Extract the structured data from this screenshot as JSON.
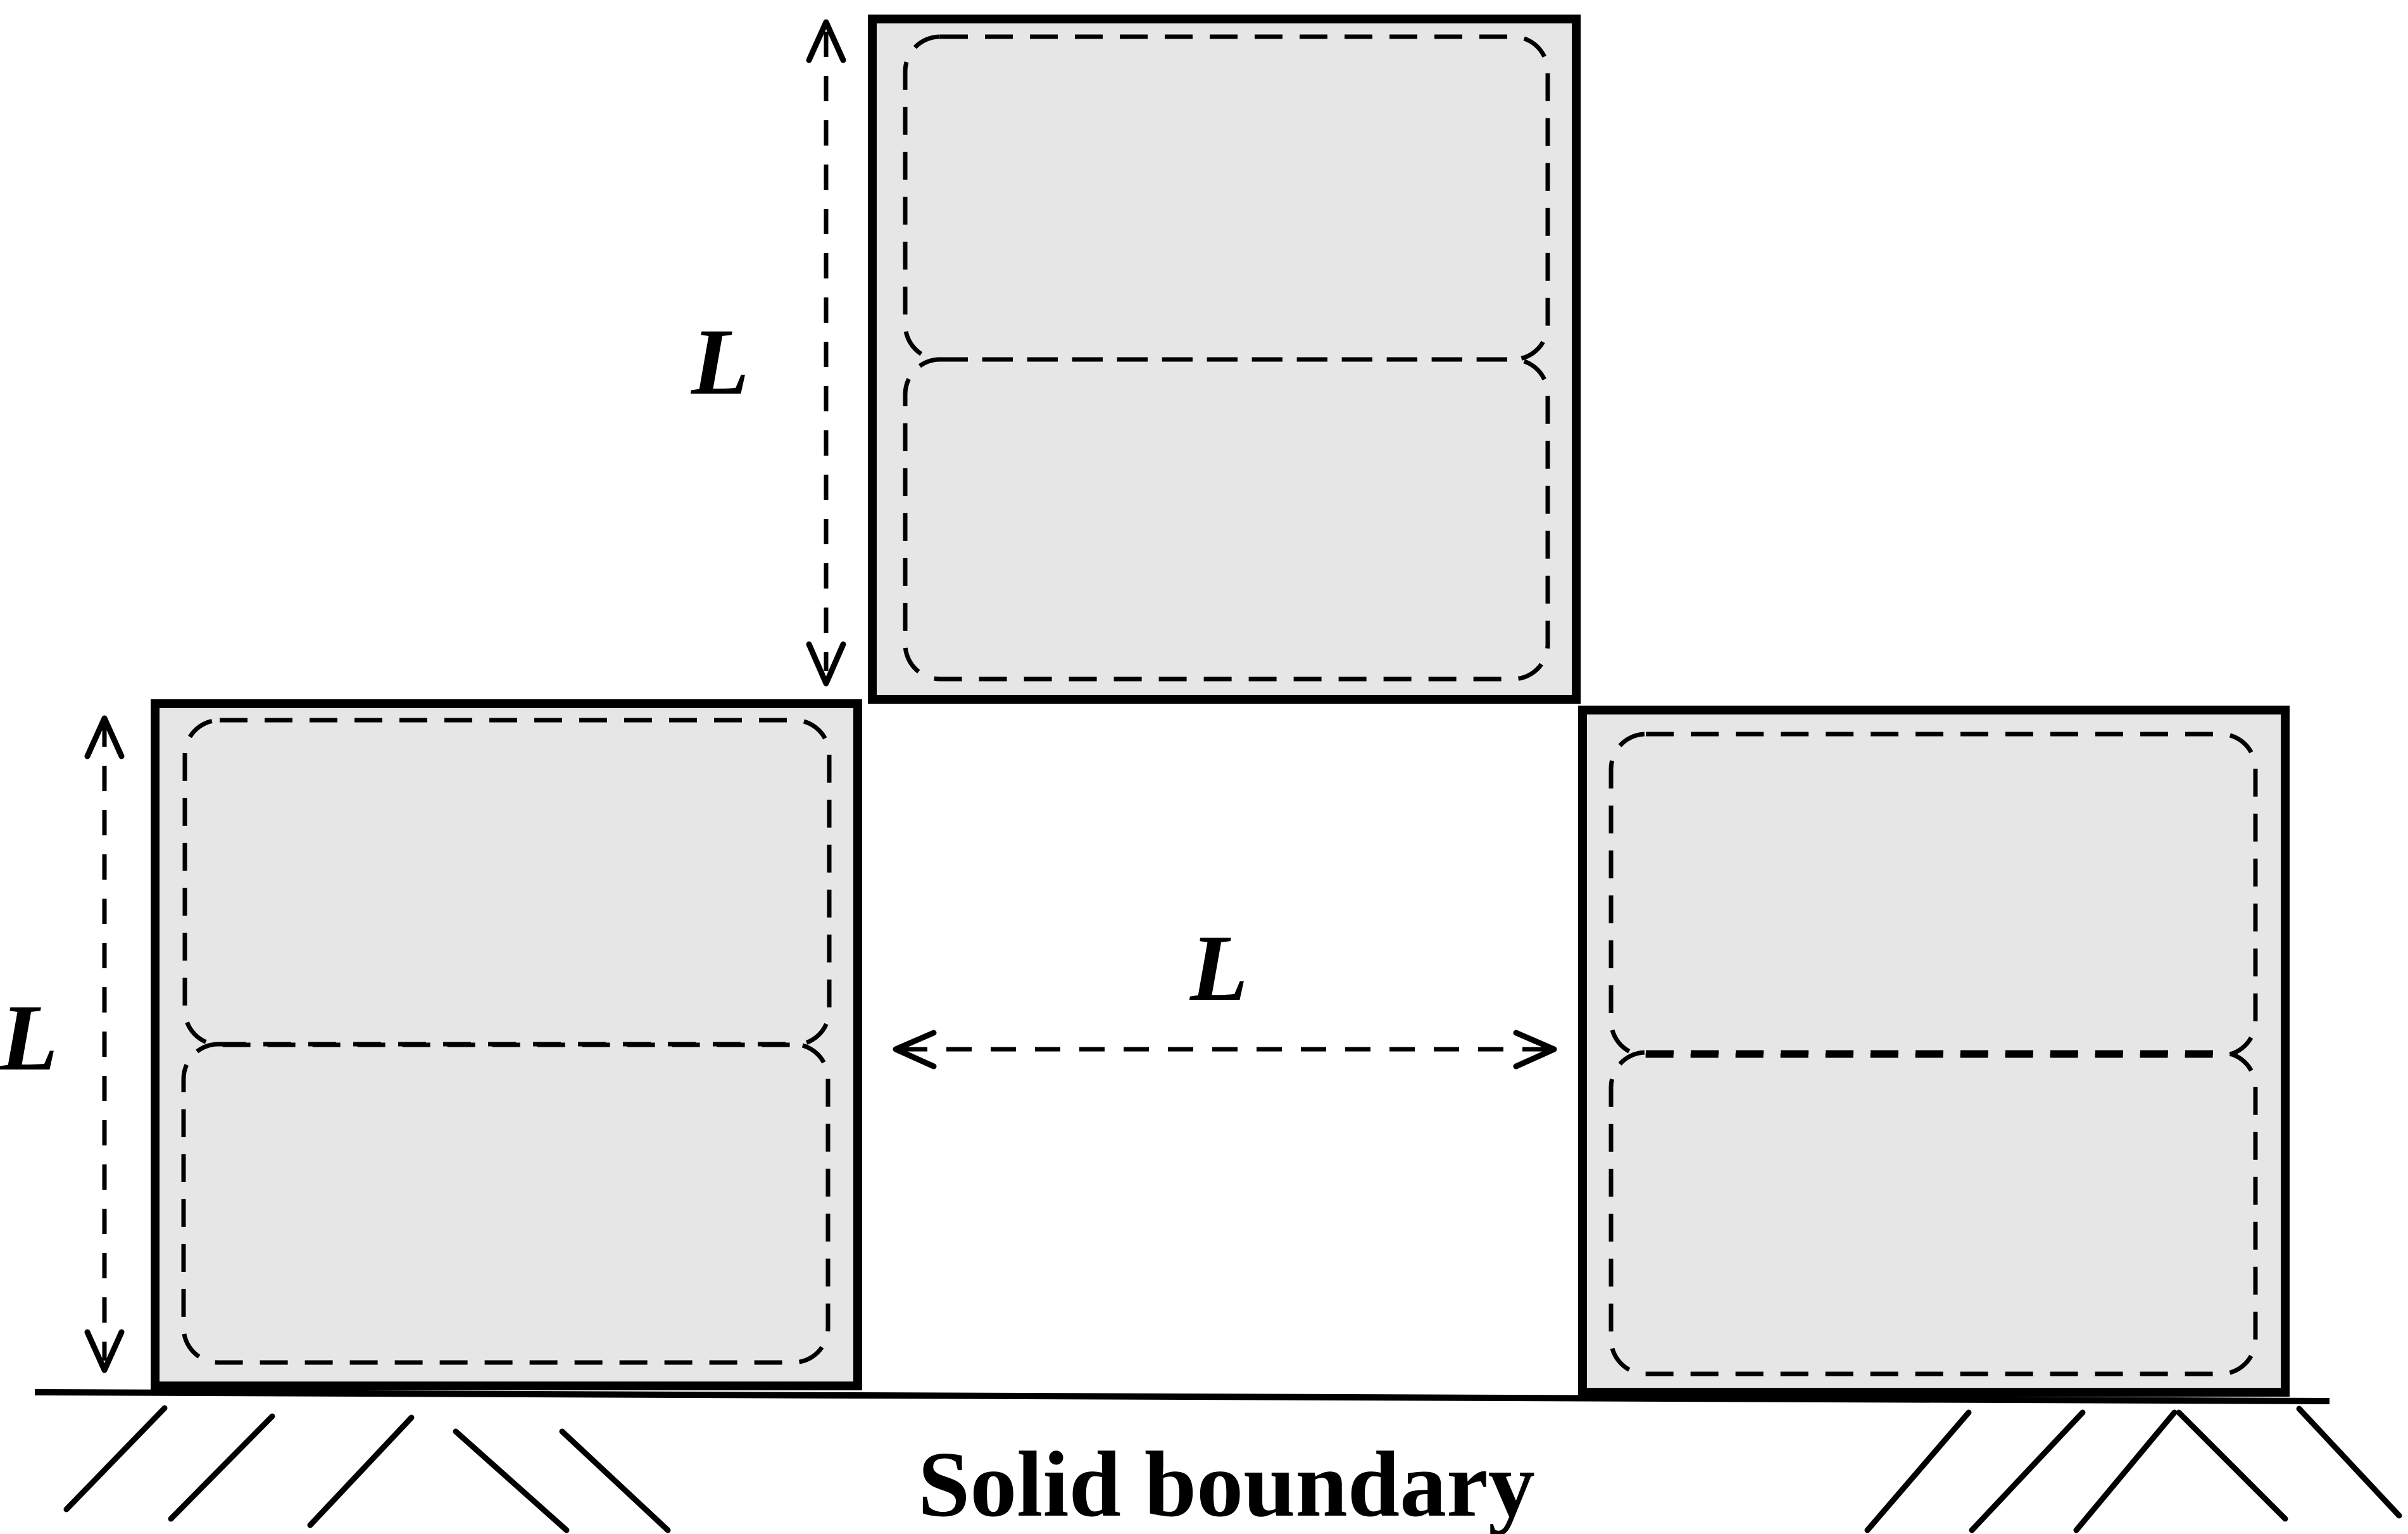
{
  "labels": {
    "dim_vertical_top": "L",
    "dim_vertical_left": "L",
    "dim_horizontal": "L",
    "boundary": "Solid boundary"
  },
  "colors": {
    "block_fill": "#e6e6e6",
    "stroke": "#000000",
    "background": "#ffffff"
  }
}
